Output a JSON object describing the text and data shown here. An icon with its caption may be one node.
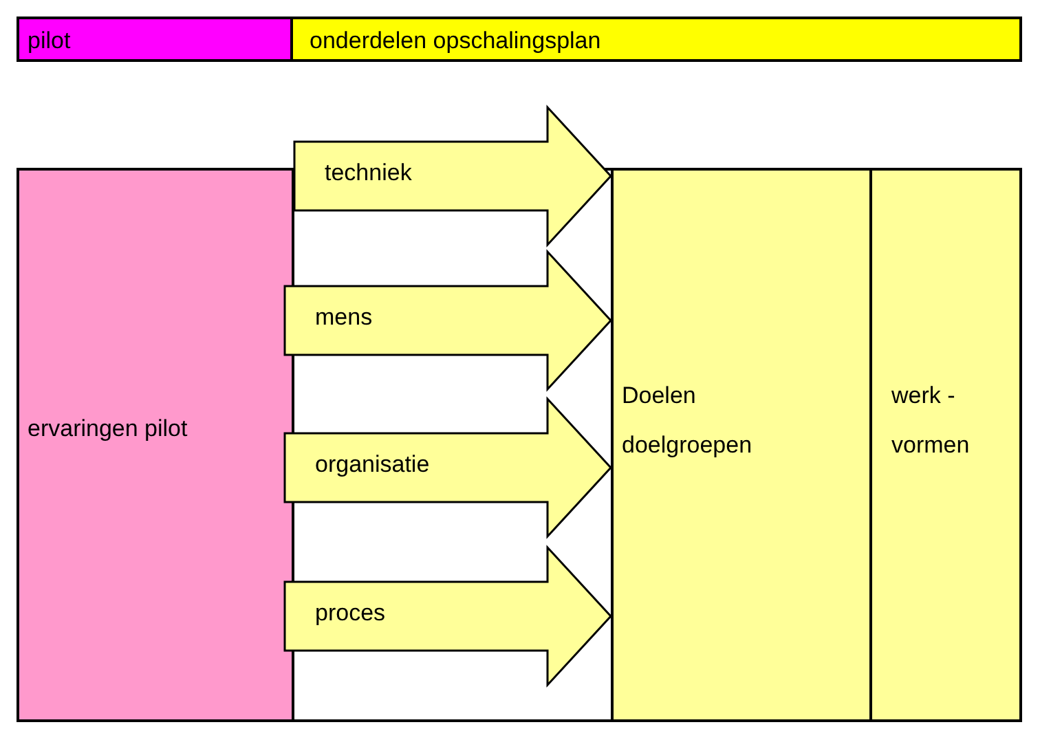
{
  "diagram": {
    "nodes": [
      {
        "text": [
          "pilot"
        ]
      },
      {
        "text": [
          "onderdelen opschalingsplan"
        ]
      },
      {
        "text": [
          "ervaringen pilot"
        ]
      },
      {
        "text": [
          "Doelen doelgroepen"
        ]
      },
      {
        "text": [
          "werk - vormen"
        ]
      }
    ],
    "edges": [
      {
        "from": 2,
        "to": 3,
        "arrow": "to",
        "label": "techniek"
      },
      {
        "from": 2,
        "to": 3,
        "arrow": "to",
        "label": "mens"
      },
      {
        "from": 2,
        "to": 3,
        "arrow": "to",
        "label": "organisatie"
      },
      {
        "from": 2,
        "to": 3,
        "arrow": "to",
        "label": "proces"
      }
    ]
  }
}
